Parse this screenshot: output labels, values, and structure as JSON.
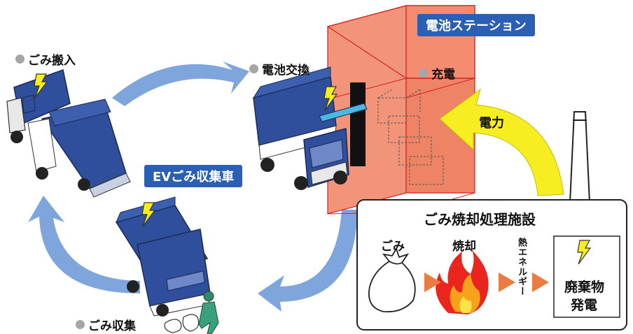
{
  "labels": {
    "garbage_unload": "ごみ搬入",
    "battery_swap": "電池交換",
    "charging": "充電",
    "garbage_collect": "ごみ収集",
    "power": "電力",
    "heat_energy": "熱エネルギー"
  },
  "badges": {
    "battery_station": "電池ステーション",
    "ev_truck": "EVごみ収集車"
  },
  "facility": {
    "title": "ごみ焼却処理施設",
    "step_garbage": "ごみ",
    "step_incineration": "焼却",
    "result_line1": "廃棄物",
    "result_line2": "発電"
  },
  "colors": {
    "truck_blue": "#2f4f9c",
    "cycle_arrow": "#7ea6dc",
    "station_fill": "#f2947a",
    "station_edge": "#d6201f",
    "power_arrow": "#f7ee22",
    "process_arrow": "#ec7b42",
    "badge_blue": "#2a5fb4"
  }
}
